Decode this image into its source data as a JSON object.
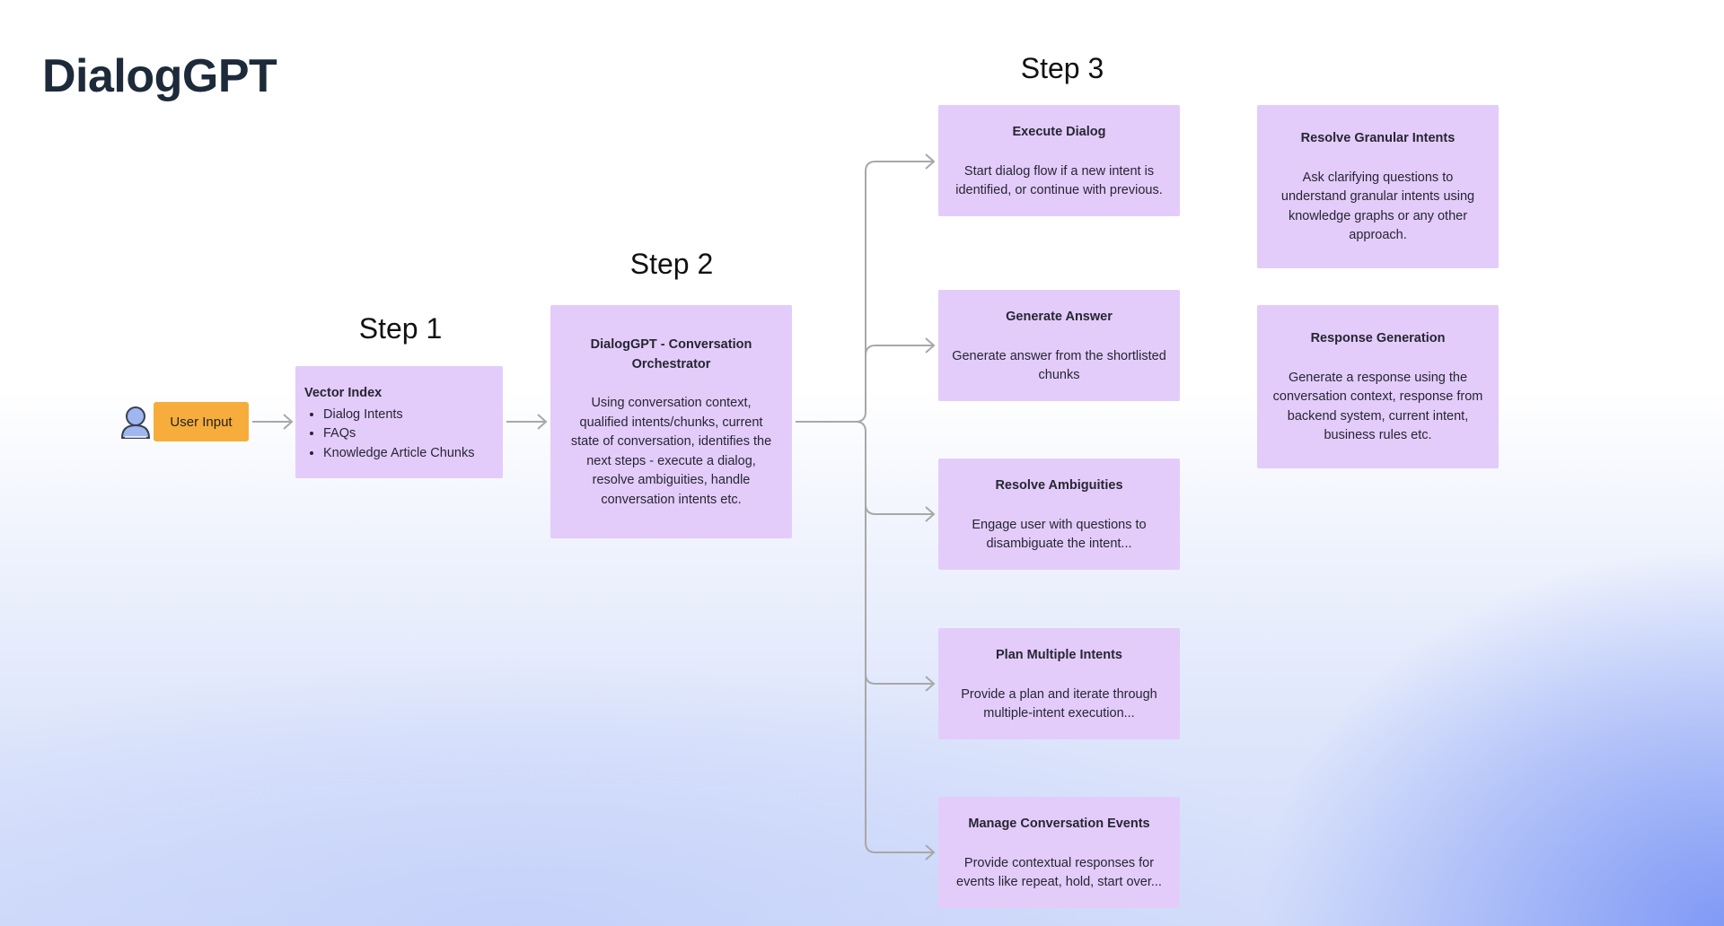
{
  "title": "DialogGPT",
  "steps": {
    "step1": "Step 1",
    "step2": "Step 2",
    "step3": "Step 3"
  },
  "user_input": {
    "label": "User Input",
    "icon": "user-icon"
  },
  "vector_index": {
    "heading": "Vector Index",
    "items": [
      "Dialog Intents",
      "FAQs",
      "Knowledge Article Chunks"
    ]
  },
  "orchestrator": {
    "heading": "DialogGPT - Conversation Orchestrator",
    "description": "Using conversation context, qualified intents/chunks, current state of conversation, identifies the next steps - execute a dialog, resolve ambiguities, handle conversation intents etc."
  },
  "actions": [
    {
      "heading": "Execute Dialog",
      "description": "Start dialog flow if a new intent is identified, or continue with previous."
    },
    {
      "heading": "Generate Answer",
      "description": "Generate answer from the shortlisted chunks"
    },
    {
      "heading": "Resolve Ambiguities",
      "description": "Engage user with questions to disambiguate the intent..."
    },
    {
      "heading": "Plan Multiple Intents",
      "description": "Provide a plan and iterate through multiple-intent execution..."
    },
    {
      "heading": "Manage Conversation Events",
      "description": "Provide contextual responses for events like repeat, hold, start over..."
    }
  ],
  "side_cards": [
    {
      "heading": "Resolve Granular Intents",
      "description": "Ask clarifying questions to understand granular intents using knowledge graphs or any other approach."
    },
    {
      "heading": "Response Generation",
      "description": "Generate a response using the conversation context, response from backend system, current intent, business rules etc."
    }
  ],
  "colors": {
    "box_fill": "#e3ccfa",
    "user_input_fill": "#f7ad3b",
    "connector": "#a8a8a8",
    "title": "#1d2a3a"
  }
}
